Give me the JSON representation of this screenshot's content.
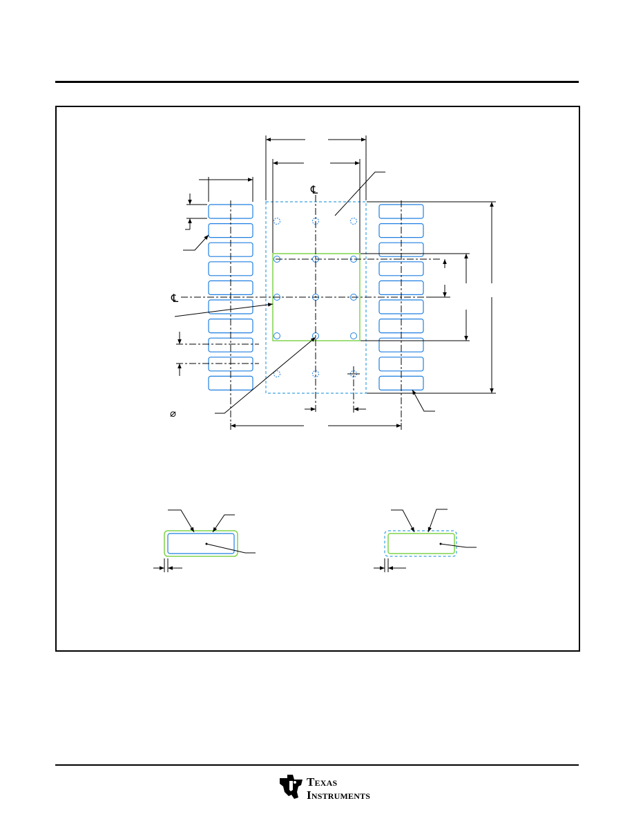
{
  "page": {
    "header_rule": "",
    "footer_rule": ""
  },
  "drawing": {
    "centerline_symbol": "℄",
    "diameter_symbol": "⌀",
    "colors": {
      "lines": "#000000",
      "pads": "#1f7fe0",
      "thermal_pad": "#7fd34a",
      "paste_dashed": "#3aa0e0"
    },
    "left_pad_rows": 10,
    "right_pad_rows": 10,
    "via_grid": "3 x 5"
  },
  "logo": {
    "name": "ti-logo-icon",
    "line1_first": "T",
    "line1_rest": "EXAS",
    "line2_first": "I",
    "line2_rest": "NSTRUMENTS"
  }
}
